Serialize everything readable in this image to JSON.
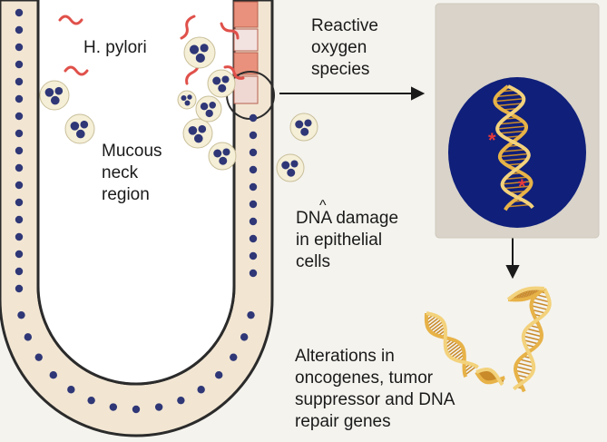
{
  "labels": {
    "h_pylori": "H. pylori",
    "mucous_neck": [
      "Mucous",
      "neck",
      "region"
    ],
    "ros": [
      "Reactive",
      "oxygen",
      "species"
    ],
    "dna_damage": [
      "DNA damage",
      "in epithelial",
      "cells"
    ],
    "alterations": [
      "Alterations in",
      "oncogenes, tumor",
      "suppressor and DNA",
      "repair genes"
    ]
  },
  "colors": {
    "background": "#f4f3ee",
    "gland_outline": "#2b2b2b",
    "gland_fill": "#f2e6d3",
    "nucleus": "#2f3777",
    "bacteria": "#e0504a",
    "epithelial_pink": "#e9917c",
    "nucleus_dark": "#0f1f7a",
    "panel": "#d9d3c9",
    "dna_gold": "#e7b247",
    "damage_mark": "#e83a3a"
  },
  "icons": {
    "bacteria": "bacterium-squiggle-icon",
    "inflammatory_cell": "neutrophil-cell-icon",
    "dna": "dna-double-helix-icon",
    "damage": "asterisk-damage-icon"
  }
}
